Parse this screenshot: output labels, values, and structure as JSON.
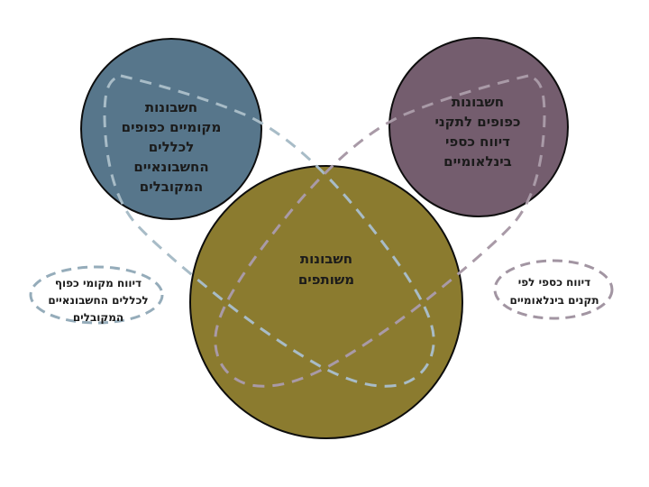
{
  "diagram": {
    "background_color": "#ffffff",
    "text_color": "#1b1b1b",
    "circles": {
      "local": {
        "fill": "#57768b",
        "label_lines": [
          "חשבונות",
          "מקומיים כפופים",
          "לכללים",
          "החשבונאיים",
          "המקובלים"
        ]
      },
      "international": {
        "fill": "#745d6e",
        "label_lines": [
          "חשבונות",
          "כפופים לתקני",
          "דיווח כספי",
          "בינלאומיים"
        ]
      },
      "shared": {
        "fill": "#8b7b2f",
        "label_lines": [
          "חשבונות",
          "משותפים"
        ]
      }
    },
    "loops": {
      "local_reporting": {
        "stroke": "#a8bcc7"
      },
      "international_reporting": {
        "stroke": "#a99aa7"
      }
    },
    "callouts": {
      "local": {
        "stroke": "#95acba",
        "label_lines": [
          "דיווח מקומי כפוף",
          "לכללים החשבונאיים",
          "המקובלים"
        ]
      },
      "international": {
        "stroke": "#a295a2",
        "label_lines": [
          "דיווח כספי לפי",
          "תקנים בינלאומיים"
        ]
      }
    }
  }
}
